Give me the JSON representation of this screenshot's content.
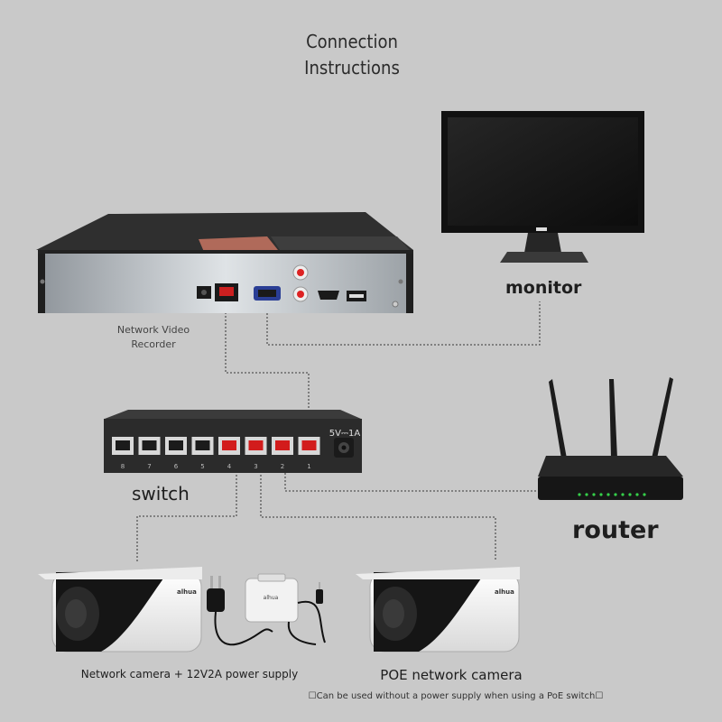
{
  "title": "Connection\nInstructions",
  "devices": {
    "nvr": {
      "label": "Network Video\nRecorder"
    },
    "monitor": {
      "label": "monitor"
    },
    "switch": {
      "label": "switch",
      "power_rating": "5V⎓1A",
      "port_numbers": [
        "8",
        "7",
        "6",
        "5",
        "4",
        "3",
        "2",
        "1"
      ]
    },
    "router": {
      "label": "router"
    },
    "camera_1": {
      "label": "Network camera + 12V2A power supply"
    },
    "camera_2": {
      "label": "POE network camera",
      "note": "☐Can be used without a power supply when using a PoE switch☐"
    }
  },
  "colors": {
    "background": "#c9c9c9",
    "cable": "#555555",
    "poe_port": "#d21c1c",
    "device_dark": "#2b2b2b",
    "router_led": "#35d04a"
  },
  "icons": [
    "hdmi-port-icon",
    "usb-port-icon",
    "vga-port-icon",
    "rca-port-icon",
    "power-plug-icon"
  ]
}
